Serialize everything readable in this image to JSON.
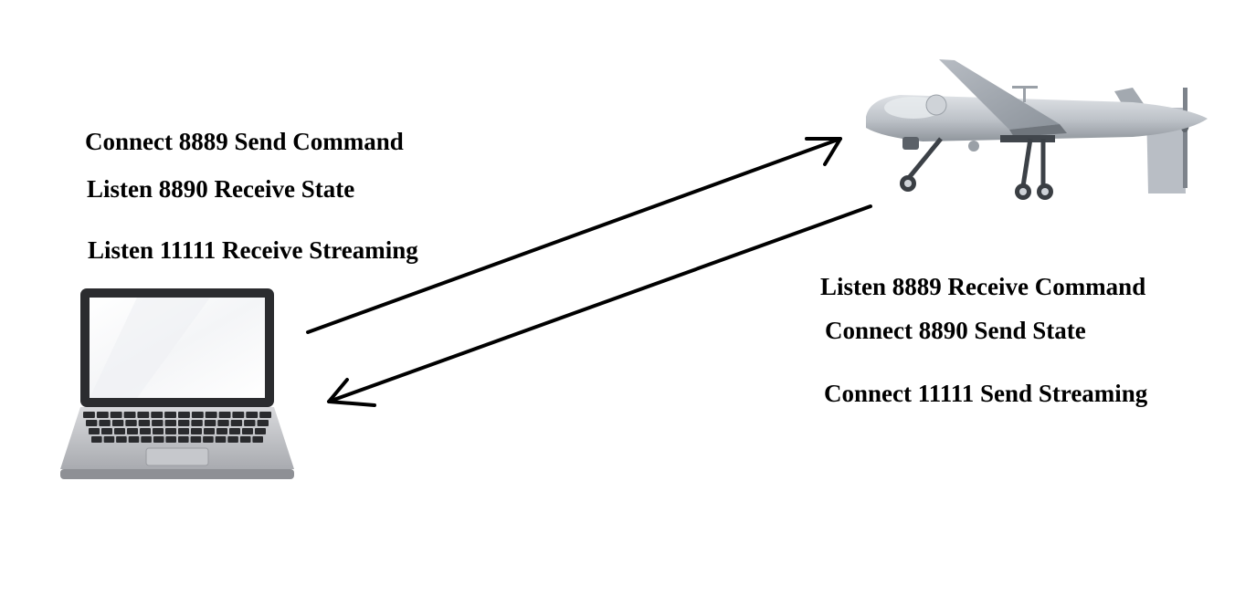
{
  "laptop_labels": [
    "Connect 8889 Send Command",
    "Listen 8890 Receive State",
    "Listen 11111 Receive Streaming"
  ],
  "drone_labels": [
    "Listen 8889 Receive Command",
    "Connect 8890 Send State",
    "Connect 11111 Send Streaming"
  ],
  "icons": {
    "laptop": "laptop-icon",
    "drone": "drone-icon"
  }
}
